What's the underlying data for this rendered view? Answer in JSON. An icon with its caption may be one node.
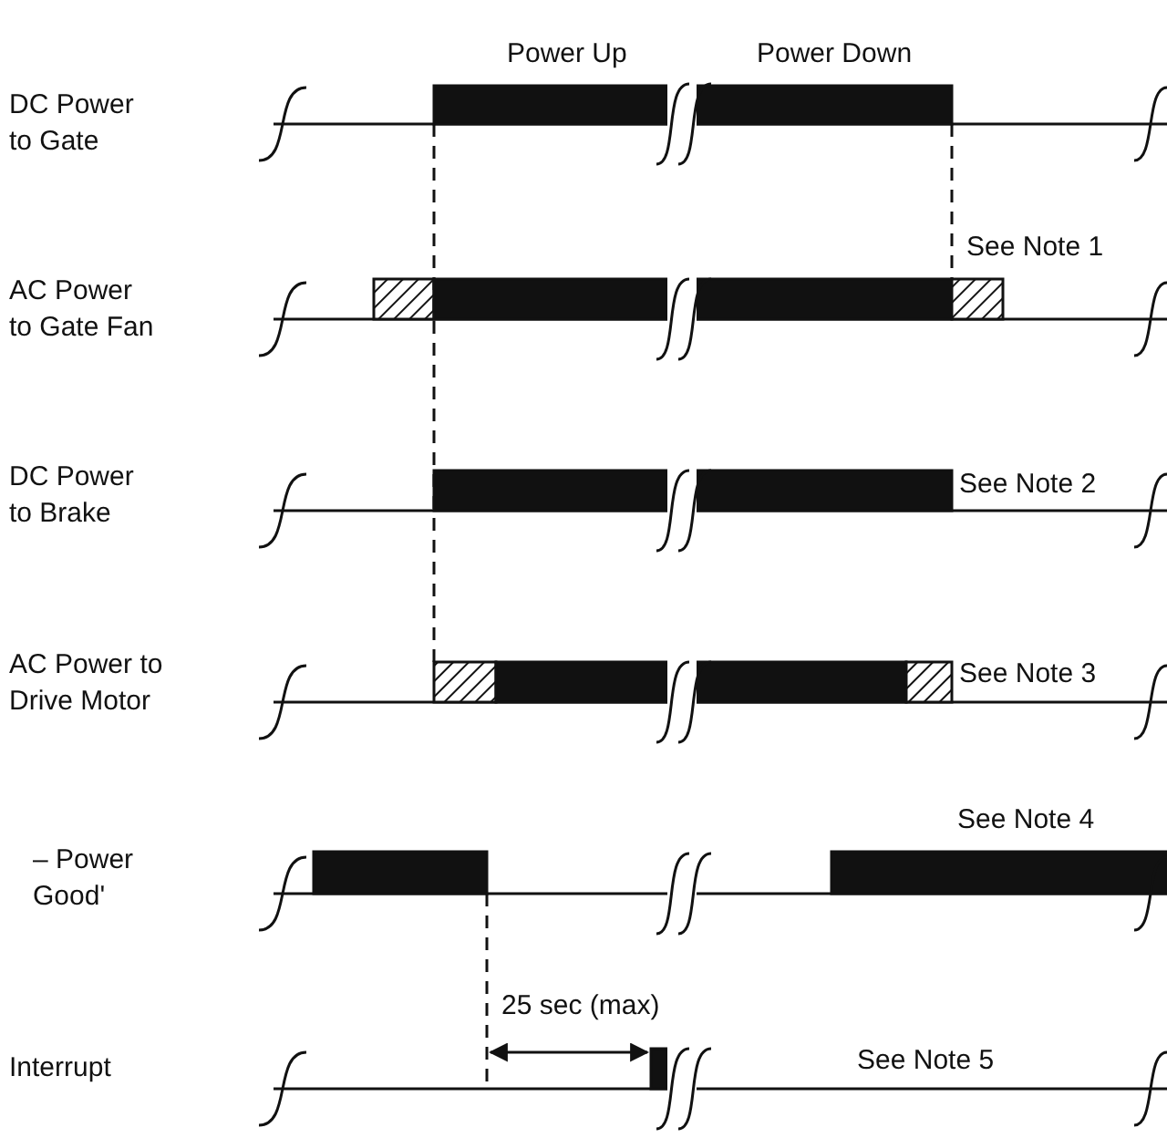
{
  "diagram": {
    "labels": [
      "Power Up",
      "Power Down",
      "DC Power to Gate",
      "AC Power to Gate Fan",
      "See Note 1",
      "DC Power to Brake",
      "See Note 2",
      "AC Power to Drive Motor",
      "See Note 3",
      "See Note 4",
      "– Power Good'",
      "25 sec (max)",
      "Interrupt",
      "See Note 5"
    ]
  }
}
